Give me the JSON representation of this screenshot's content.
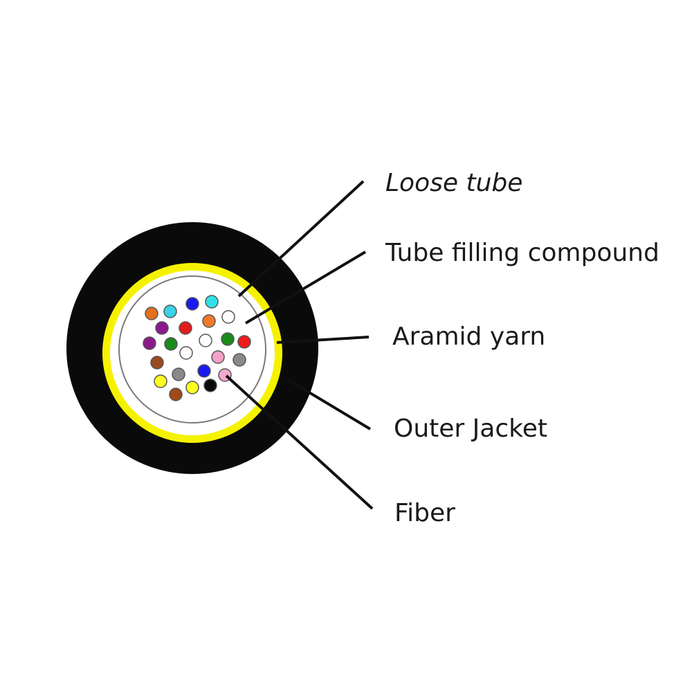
{
  "labels": {
    "loose_tube": "Loose tube",
    "tube_filling_compound": "Tube filling compound",
    "aramid_yarn": "Aramid yarn",
    "outer_jacket": "Outer Jacket",
    "fiber": "Fiber"
  },
  "colors": {
    "jacket": "#0a0a0a",
    "aramid": "#f5f200",
    "tube_fill": "#ffffff",
    "tube_outline": "#7a7a7a",
    "leader_line": "#111111"
  },
  "fibers": [
    {
      "color": "#e56f1f"
    },
    {
      "color": "#39d2e6"
    },
    {
      "color": "#1a1af0"
    },
    {
      "color": "#33e0e8"
    },
    {
      "color": "#8b1a8b"
    },
    {
      "color": "#e01c1c"
    },
    {
      "color": "#f07a28"
    },
    {
      "color": "#ffffff"
    },
    {
      "color": "#8b1a8b"
    },
    {
      "color": "#1a8a1a"
    },
    {
      "color": "#ffffff"
    },
    {
      "color": "#1a8a1a"
    },
    {
      "color": "#f01c1c"
    },
    {
      "color": "#9a4a20"
    },
    {
      "color": "#ffffff"
    },
    {
      "color": "#f4a0c8"
    },
    {
      "color": "#8a8a8a"
    },
    {
      "color": "#ffff20"
    },
    {
      "color": "#8a8a8a"
    },
    {
      "color": "#1a1af0"
    },
    {
      "color": "#f4a8d0"
    },
    {
      "color": "#a04a1a"
    },
    {
      "color": "#ffff20"
    },
    {
      "color": "#0a0a0a"
    }
  ]
}
